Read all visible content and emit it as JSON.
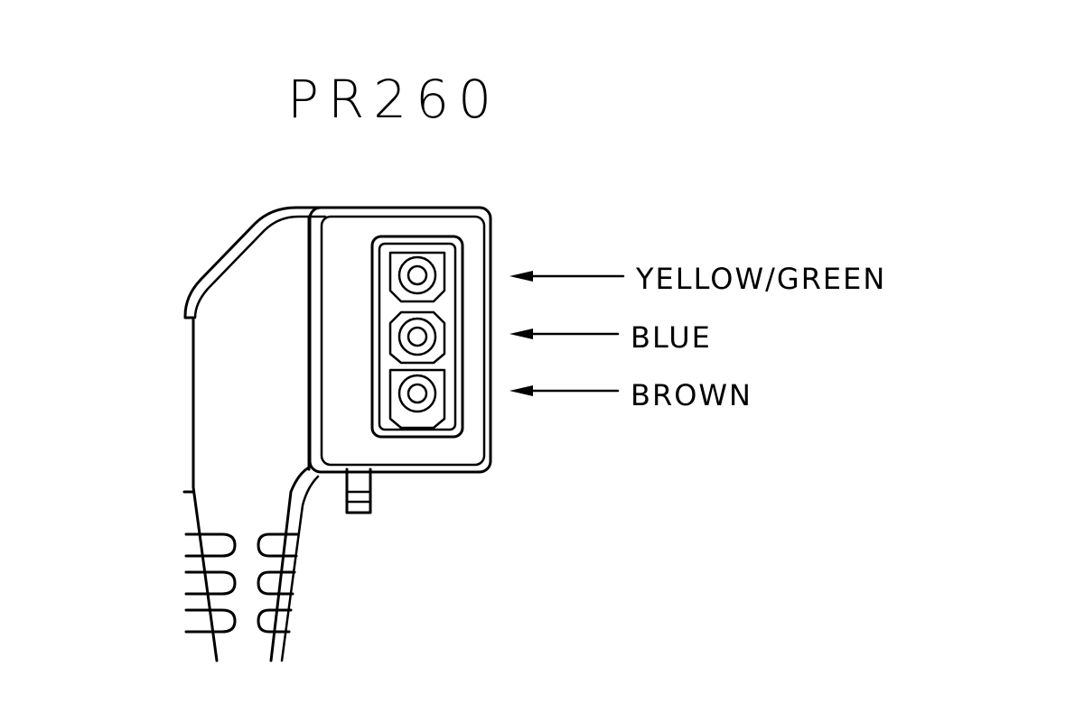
{
  "title": "PR260",
  "labels": {
    "top": "YELLOW/GREEN",
    "middle": "BLUE",
    "bottom": "BROWN"
  },
  "colors": {
    "stroke": "#000000",
    "background": "#ffffff"
  }
}
